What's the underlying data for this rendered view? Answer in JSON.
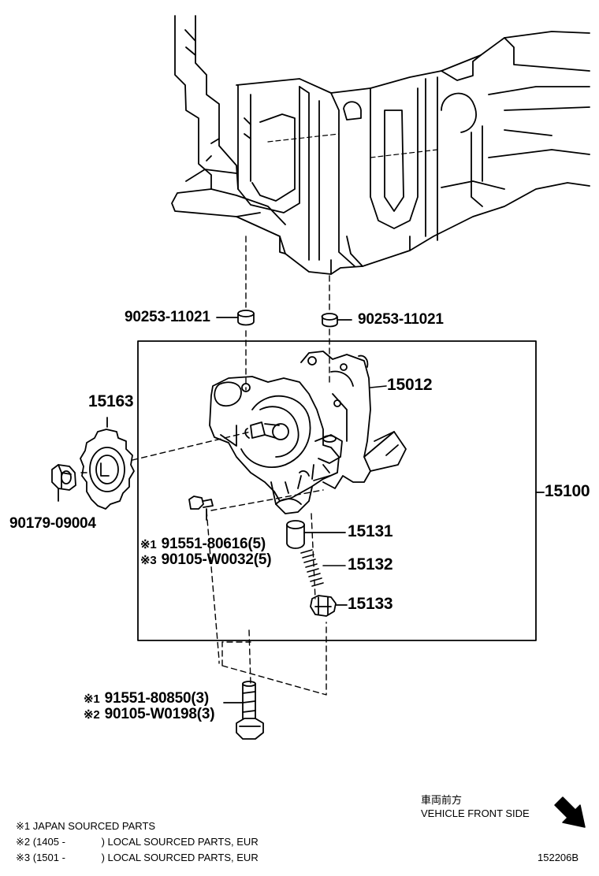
{
  "callouts": {
    "insert_left": "90253-11021",
    "insert_right": "90253-11021",
    "pump_body": "15012",
    "sprocket": "15163",
    "pump_assy": "15100",
    "nut": "90179-09004",
    "bolt_small_1_mark": "※1",
    "bolt_small_1": "91551-80616(5)",
    "bolt_small_3_mark": "※3",
    "bolt_small_3": "90105-W0032(5)",
    "valve": "15131",
    "spring": "15132",
    "plug": "15133",
    "bolt_long_1_mark": "※1",
    "bolt_long_1": "91551-80850(3)",
    "bolt_long_2_mark": "※2",
    "bolt_long_2": "90105-W0198(3)"
  },
  "direction": {
    "japanese": "車両前方",
    "english": "VEHICLE FRONT SIDE"
  },
  "footnotes": [
    {
      "mark": "※1",
      "text": "JAPAN SOURCED PARTS",
      "range": ""
    },
    {
      "mark": "※2",
      "text": ") LOCAL SOURCED PARTS, EUR",
      "range": "(1405 -"
    },
    {
      "mark": "※3",
      "text": ") LOCAL SOURCED PARTS, EUR",
      "range": "(1501 -"
    }
  ],
  "figure_id": "152206B"
}
